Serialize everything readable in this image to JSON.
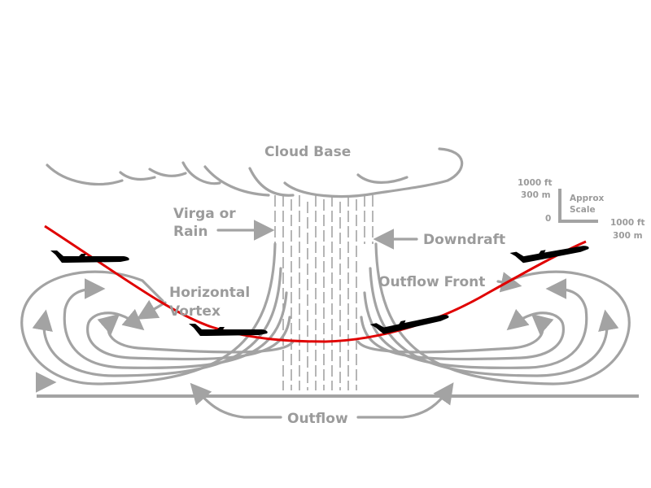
{
  "labels": {
    "cloud_base": "Cloud Base",
    "virga_line1": "Virga or",
    "virga_line2": "Rain",
    "downdraft": "Downdraft",
    "outflow_front": "Outflow Front",
    "vortex_line1": "Horizontal",
    "vortex_line2": "Vortex",
    "outflow": "Outflow"
  },
  "scale": {
    "vertical_ft": "1000 ft",
    "vertical_m": "300 m",
    "origin": "0",
    "title_line1": "Approx",
    "title_line2": "Scale",
    "horizontal_ft": "1000 ft",
    "horizontal_m": "300 m"
  },
  "colors": {
    "diagram_gray": "#a3a3a3",
    "flight_path": "#e00000",
    "aircraft": "#000000"
  }
}
